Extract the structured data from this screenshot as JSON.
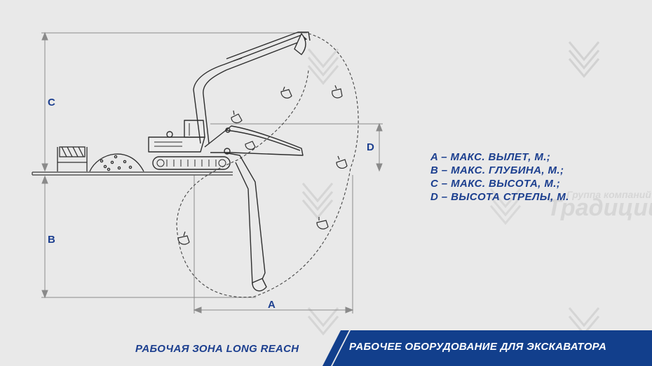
{
  "dimensions": {
    "c": "C",
    "b": "B",
    "d": "D",
    "a": "A"
  },
  "legend": [
    "A – МАКС. ВЫЛЕТ, М.;",
    "B – МАКС. ГЛУБИНА, М.;",
    "C – МАКС. ВЫСОТА, М.;",
    "D – ВЫСОТА СТРЕЛЫ, М."
  ],
  "caption": "РАБОЧАЯ ЗОНА LONG REACH",
  "banner": {
    "text": "РАБОЧЕЕ ОБОРУДОВАНИЕ ДЛЯ ЭКСКАВАТОРА",
    "color": "#123f8c"
  },
  "watermark": {
    "top": "Группа компаний",
    "main": "Традиции"
  },
  "colors": {
    "accent": "#1c3f8f",
    "line": "#333333",
    "dim_line": "#8a8a8a",
    "background": "#e9e9e9"
  }
}
